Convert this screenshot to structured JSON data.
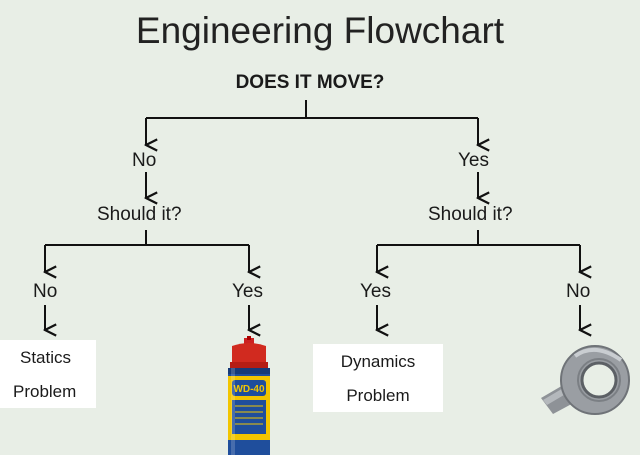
{
  "title": "Engineering Flowchart",
  "question": "DOES IT MOVE?",
  "left_branch": {
    "answer": "No",
    "followup": "Should it?",
    "no": {
      "answer": "No",
      "result_line1": "Statics",
      "result_line2": "Problem"
    },
    "yes": {
      "answer": "Yes",
      "result_image": "wd-40-spray-can",
      "can_label": "WD-40"
    }
  },
  "right_branch": {
    "answer": "Yes",
    "followup": "Should it?",
    "yes": {
      "answer": "Yes",
      "result_line1": "Dynamics",
      "result_line2": "Problem"
    },
    "no": {
      "answer": "No",
      "result_image": "duct-tape-roll"
    }
  },
  "colors": {
    "background": "#e8eee6",
    "wd40_blue": "#1f4e9c",
    "wd40_yellow": "#f2c500",
    "wd40_red": "#d12a1f",
    "tape_gray": "#9a9ea3"
  }
}
